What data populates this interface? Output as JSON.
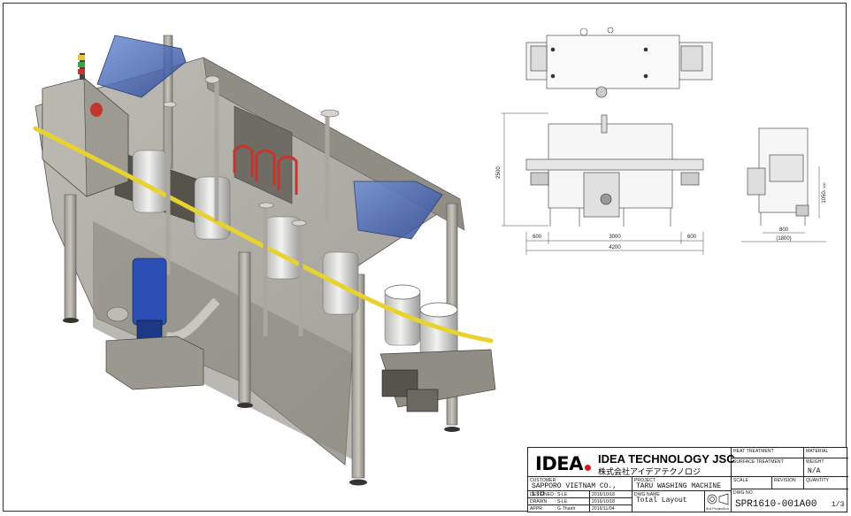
{
  "dimensions": {
    "side_height": "2500",
    "left_section": "600",
    "middle_section": "3000",
    "right_section": "600",
    "total_length": "4200",
    "end_width": "800",
    "end_total": "(1800)",
    "end_height": "1050",
    "end_height_tail": "± 100"
  },
  "title_block": {
    "logo_text": "IDEA",
    "company_name": "IDEA TECHNOLOGY JSC",
    "company_name_jp": "株式会社アイデアテクノロジ",
    "heat_treatment_label": "HEAT TREATMENT",
    "material_label": "MATERIAL",
    "surface_treatment_label": "SURFACE TREATMENT",
    "weight_label": "WEIGHT",
    "weight_value": "N/A",
    "customer_label": "CUSTOMER",
    "customer_value": "SAPPORO VIETNAM CO., LTD",
    "designed_label": "DESIGNED",
    "designed_value": ": S-LE",
    "designed_date": "2016/10/18",
    "drawn_label": "DRAWN",
    "drawn_value": ": S-LE",
    "drawn_date": "2016/10/18",
    "approved_label": "APPR",
    "approved_value": ": G-Thanh",
    "approved_date": "2016/11/04",
    "project_label": "PROJECT",
    "project_value": "TARU WASHING MACHINE",
    "dwg_name_label": "DWG NAME",
    "dwg_name_value": "Total Layout",
    "projection_label": "3rd Projection",
    "scale_label": "SCALE",
    "revision_label": "REVISION",
    "quantity_label": "QUANTITY",
    "dwg_no_label": "DWG NO.",
    "dwg_no_value": "SPR1610-001A00",
    "sheet_value": "1/3"
  },
  "colors": {
    "logo_red": "#d21b1b",
    "frame_gray": "#8c8a80",
    "panel_blue": "#3f5fa8",
    "pipe_yellow": "#e8d230",
    "pump_blue": "#2c4fb5",
    "heater_red": "#c4352e"
  }
}
